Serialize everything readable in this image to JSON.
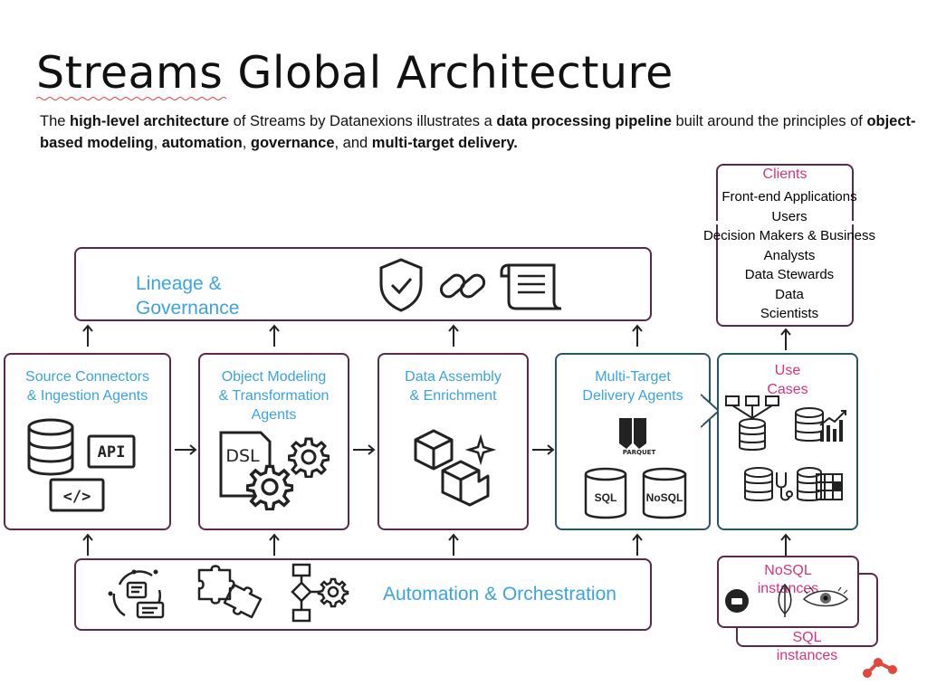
{
  "title": "Streams Global Architecture",
  "intro": {
    "p1": "The ",
    "b1": "high-level architecture",
    "p2": " of Streams by Datanexions illustrates a ",
    "b2": "data processing pipeline",
    "p3": " built around the principles of ",
    "b3": "object-based modeling",
    "p4": ", ",
    "b4": "automation",
    "p5": ", ",
    "b5": "governance",
    "p6": ", and ",
    "b6": "multi-target delivery."
  },
  "governance": {
    "label_line1": "Lineage &",
    "label_line2": "Governance"
  },
  "stages": [
    {
      "label_line1": "Source Connectors",
      "label_line2": "& Ingestion Agents",
      "label_line3": "",
      "icon_text_1": "API",
      "icon_text_2": "</>"
    },
    {
      "label_line1": "Object Modeling",
      "label_line2": "& Transformation",
      "label_line3": "Agents",
      "icon_text_1": "DSL"
    },
    {
      "label_line1": "Data Assembly",
      "label_line2": "& Enrichment",
      "label_line3": ""
    },
    {
      "label_line1": "Multi-Target",
      "label_line2": "Delivery Agents",
      "label_line3": "",
      "icon_text_1": "PARQUET",
      "icon_text_2": "SQL",
      "icon_text_3": "NoSQL"
    }
  ],
  "use_cases": {
    "label_line1": "Use",
    "label_line2": "Cases"
  },
  "clients": {
    "heading": "Clients",
    "lines": [
      "Front-end Applications",
      "Users",
      "Decision Makers & Business",
      "Analysts",
      "Data Stewards",
      "Data",
      "Scientists"
    ]
  },
  "automation": {
    "label": "Automation & Orchestration"
  },
  "nosql_instances": {
    "line1": "NoSQL",
    "line2": "instances"
  },
  "sql_instances": {
    "line1": "SQL",
    "line2": "instances"
  },
  "colors": {
    "border": "#5a2a4a",
    "teal_border": "#2b5566",
    "blue_text": "#3aa3e0",
    "pink_text": "#d6337f",
    "logo_red": "#e0483a"
  }
}
